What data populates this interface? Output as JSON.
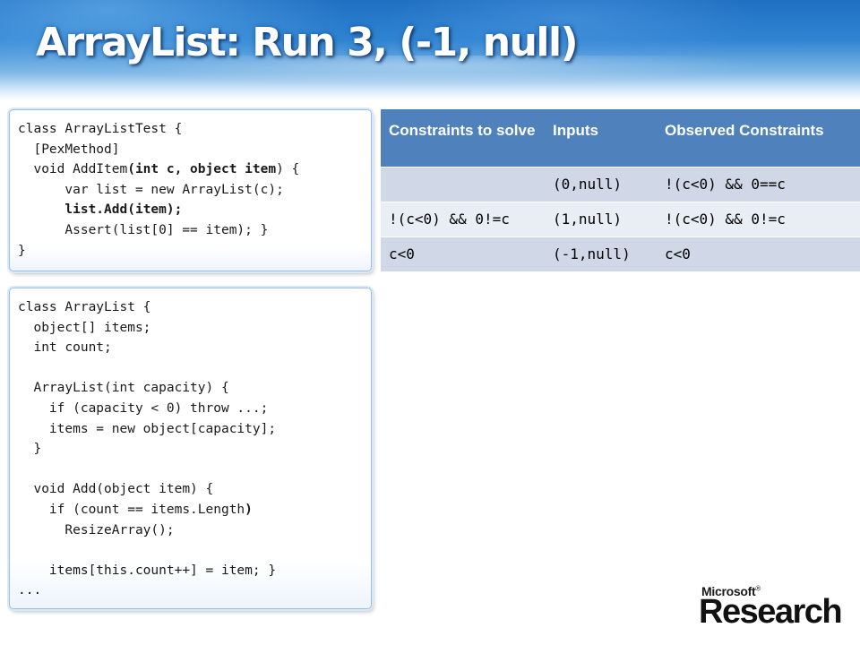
{
  "slide": {
    "title": "ArrayList: Run 3, (-1, null)"
  },
  "test_code": [
    [
      {
        "t": "class ArrayListTest {",
        "b": false
      }
    ],
    [
      {
        "t": "  [PexMethod]",
        "b": false
      }
    ],
    [
      {
        "t": "  void AddItem",
        "b": false
      },
      {
        "t": "(int c, object item",
        "b": true
      },
      {
        "t": ") {",
        "b": false
      }
    ],
    [
      {
        "t": "      var list = new ArrayList(c);",
        "b": false
      }
    ],
    [
      {
        "t": "      ",
        "b": false
      },
      {
        "t": "list.Add(item);",
        "b": true
      }
    ],
    [
      {
        "t": "      Assert(list[0] == item); }",
        "b": false
      }
    ],
    [
      {
        "t": "}",
        "b": false
      }
    ]
  ],
  "class_code": [
    [
      {
        "t": "class ArrayList {",
        "b": false
      }
    ],
    [
      {
        "t": "  object[] items;",
        "b": false
      }
    ],
    [
      {
        "t": "  int count;",
        "b": false
      }
    ],
    [
      {
        "t": "",
        "b": false
      }
    ],
    [
      {
        "t": "  ArrayList(int capacity) {",
        "b": false
      }
    ],
    [
      {
        "t": "    if (capacity < 0) throw ...;",
        "b": false
      }
    ],
    [
      {
        "t": "    items = new object[capacity];",
        "b": false
      }
    ],
    [
      {
        "t": "  }",
        "b": false
      }
    ],
    [
      {
        "t": "",
        "b": false
      }
    ],
    [
      {
        "t": "  void Add(object item) {",
        "b": false
      }
    ],
    [
      {
        "t": "    if (count == items.Length",
        "b": false
      },
      {
        "t": ")",
        "b": true
      }
    ],
    [
      {
        "t": "      ResizeArray();",
        "b": false
      }
    ],
    [
      {
        "t": "",
        "b": false
      }
    ],
    [
      {
        "t": "    items[this.count++] = item; }",
        "b": false
      }
    ],
    [
      {
        "t": "...",
        "b": false
      }
    ]
  ],
  "table": {
    "headers": [
      "Constraints to solve",
      "Inputs",
      "Observed Constraints"
    ],
    "rows": [
      [
        "",
        "(0,null)",
        "!(c<0) && 0==c"
      ],
      [
        "!(c<0) && 0!=c",
        "(1,null)",
        "!(c<0) && 0!=c"
      ],
      [
        "c<0",
        "(-1,null)",
        "c<0"
      ]
    ]
  },
  "logo": {
    "line1": "Microsoft",
    "mark": "®",
    "line2": "Research"
  },
  "colors": {
    "header_blue": "#1f6fc2",
    "table_header": "#4f81bd",
    "row_odd": "#d0d8e8",
    "row_even": "#e9edf4"
  }
}
